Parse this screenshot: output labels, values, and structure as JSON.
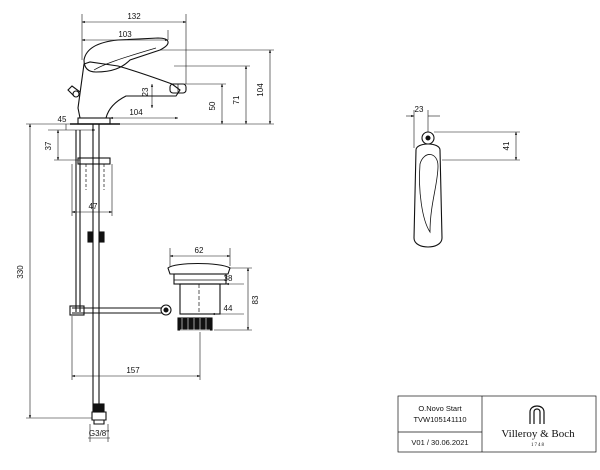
{
  "dimensions": {
    "faucet_width": "132",
    "lever_length": "103",
    "spout_projection": "104",
    "popup_rod_height": "23",
    "spout_height": "50",
    "faucet_height": "71",
    "total_height": "104",
    "base_width": "45",
    "shank_upper": "37",
    "rod_bracket_width": "47",
    "hose_length": "330",
    "waste_flange_dia": "62",
    "waste_flange_depth": "38",
    "waste_body_depth": "44",
    "waste_total_depth": "83",
    "rod_length": "157",
    "connection_thread": "G3/8\"",
    "top_view_lever_offset": "23",
    "top_view_lever_length": "41"
  },
  "title_block": {
    "product_name": "O.Novo Start",
    "article_number": "TVW105141110",
    "version_date": "V01 / 30.06.2021",
    "brand": "Villeroy & Boch",
    "established": "1748"
  }
}
